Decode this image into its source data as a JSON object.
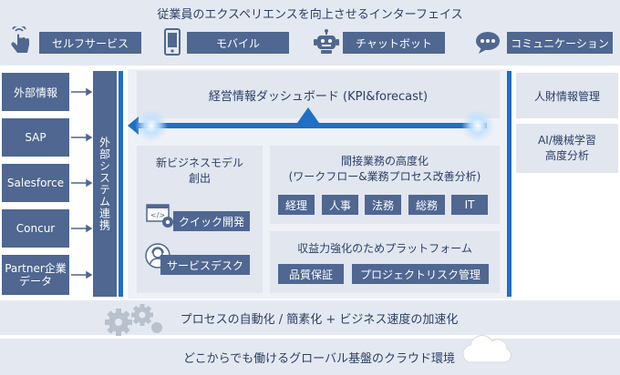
{
  "header": {
    "title": "従業員のエクスペリエンスを向上させるインターフェイス",
    "interfaces": [
      {
        "label": "セルフサービス",
        "icon": "touch-hand-icon"
      },
      {
        "label": "モバイル",
        "icon": "mobile-phone-icon"
      },
      {
        "label": "チャットボット",
        "icon": "robot-icon"
      },
      {
        "label": "コミュニケーション",
        "icon": "chat-bubble-icon"
      }
    ]
  },
  "left_systems": [
    "外部情報",
    "SAP",
    "Salesforce",
    "Concur",
    "Partner企業\nデータ"
  ],
  "integration_label": "外部システム連携",
  "dashboard": {
    "title": "経営情報ダッシュボード (KPI&forecast)"
  },
  "new_business": {
    "title": "新ビジネスモデル\n創出",
    "items": [
      {
        "label": "クイック開発",
        "icon": "code-gear-icon"
      },
      {
        "label": "サービスデスク",
        "icon": "support-person-icon"
      }
    ]
  },
  "indirect": {
    "title": "間接業務の高度化\n(ワークフロー&業務プロセス改善分析)",
    "tags": [
      "経理",
      "人事",
      "法務",
      "総務",
      "IT"
    ]
  },
  "profit_platform": {
    "title": "収益力強化のためプラットフォーム",
    "tags": [
      "品質保証",
      "プロジェクトリスク管理"
    ]
  },
  "right_systems": [
    "人財情報管理",
    "AI/機械学習\n高度分析"
  ],
  "process_band": {
    "label": "プロセスの自動化 / 簡素化 + ビジネス速度の加速化",
    "icon": "gears-icon"
  },
  "cloud_band": {
    "label": "どこからでも働けるグローバル基盤のクラウド環境",
    "icon": "cloud-icon"
  },
  "colors": {
    "dark_box": "#4f6791",
    "light_box": "#e1e6ef",
    "accent_blue": "#1f6fc5",
    "band": "#e4e9f1"
  }
}
